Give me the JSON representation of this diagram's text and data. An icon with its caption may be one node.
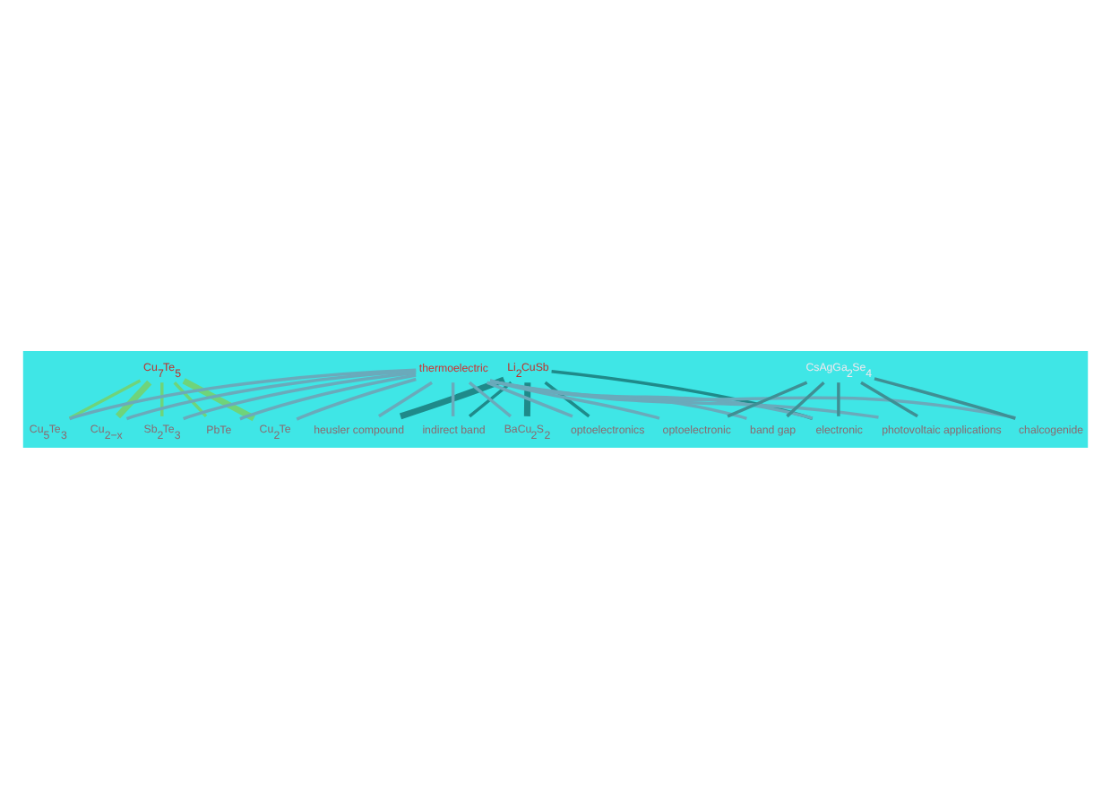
{
  "diagram": {
    "nodes": [
      {
        "text": [
          "Li$_{2}$CuSb"
        ]
      },
      {
        "text": [
          "Cu$_{7}$Te$_{5}$"
        ]
      },
      {
        "text": [
          "heusler compound"
        ]
      },
      {
        "text": [
          "Sb$_{2}$Te$_{3}$"
        ]
      },
      {
        "text": [
          "PbTe"
        ]
      },
      {
        "text": [
          "indirect band"
        ]
      },
      {
        "text": [
          "Cu$_{2}$Te"
        ]
      },
      {
        "text": [
          "Cu$_{5}$Te$_{3}$"
        ]
      },
      {
        "text": [
          "BaCu$_{2}$S$_{2}$"
        ]
      },
      {
        "text": [
          "Cu$_{2−x}$"
        ]
      },
      {
        "text": [
          "optoelectronics"
        ]
      },
      {
        "text": [
          "thermoelectric"
        ]
      },
      {
        "text": [
          "electronic"
        ]
      },
      {
        "text": [
          "photovoltaic applications"
        ]
      },
      {
        "text": [
          "chalcogenide"
        ]
      },
      {
        "text": [
          "optoelectronic"
        ]
      },
      {
        "text": [
          "band gap"
        ]
      },
      {
        "text": [
          "CsAgGa$_{2}$Se$_{4}$"
        ]
      }
    ],
    "edges": [
      {
        "from": 0,
        "to": 12,
        "arrow": "none",
        "color": "#1f8a8a"
      },
      {
        "from": 0,
        "to": 10,
        "arrow": "none",
        "color": "#1f8a8a"
      },
      {
        "from": 0,
        "to": 8,
        "arrow": "none",
        "color": "#1f8a8a",
        "style": "thick"
      },
      {
        "from": 0,
        "to": 5,
        "arrow": "none",
        "color": "#1f8a8a"
      },
      {
        "from": 0,
        "to": 2,
        "arrow": "none",
        "color": "#1f8a8a",
        "style": "thick"
      },
      {
        "from": 1,
        "to": 3,
        "arrow": "none",
        "color": "#6fd47a"
      },
      {
        "from": 1,
        "to": 4,
        "arrow": "none",
        "color": "#6fd47a"
      },
      {
        "from": 1,
        "to": 6,
        "arrow": "none",
        "color": "#6fd47a",
        "style": "thick"
      },
      {
        "from": 1,
        "to": 7,
        "arrow": "none",
        "color": "#6fd47a"
      },
      {
        "from": 1,
        "to": 9,
        "arrow": "none",
        "color": "#6fd47a",
        "style": "thick"
      },
      {
        "from": 11,
        "to": 2,
        "arrow": "none"
      },
      {
        "from": 11,
        "to": 3,
        "arrow": "none"
      },
      {
        "from": 11,
        "to": 4,
        "arrow": "none"
      },
      {
        "from": 11,
        "to": 6,
        "arrow": "none"
      },
      {
        "from": 11,
        "to": 7,
        "arrow": "none"
      },
      {
        "from": 11,
        "to": 9,
        "arrow": "none"
      },
      {
        "from": 11,
        "to": 5,
        "arrow": "none"
      },
      {
        "from": 11,
        "to": 8,
        "arrow": "none"
      },
      {
        "from": 11,
        "to": 10,
        "arrow": "none"
      },
      {
        "from": 11,
        "to": 12,
        "arrow": "none"
      },
      {
        "from": 11,
        "to": 14,
        "arrow": "none"
      },
      {
        "from": 11,
        "to": 16,
        "arrow": "none"
      },
      {
        "from": 11,
        "to": 15,
        "arrow": "none"
      },
      {
        "from": 11,
        "to": 13,
        "arrow": "none"
      },
      {
        "from": 17,
        "to": 12,
        "arrow": "none",
        "color": "#3f8f94"
      },
      {
        "from": 17,
        "to": 14,
        "arrow": "none",
        "color": "#3f8f94"
      },
      {
        "from": 17,
        "to": 16,
        "arrow": "none",
        "color": "#3f8f94"
      },
      {
        "from": 17,
        "to": 15,
        "arrow": "none",
        "color": "#3f8f94"
      },
      {
        "from": 17,
        "to": 13,
        "arrow": "none",
        "color": "#3f8f94"
      }
    ]
  }
}
